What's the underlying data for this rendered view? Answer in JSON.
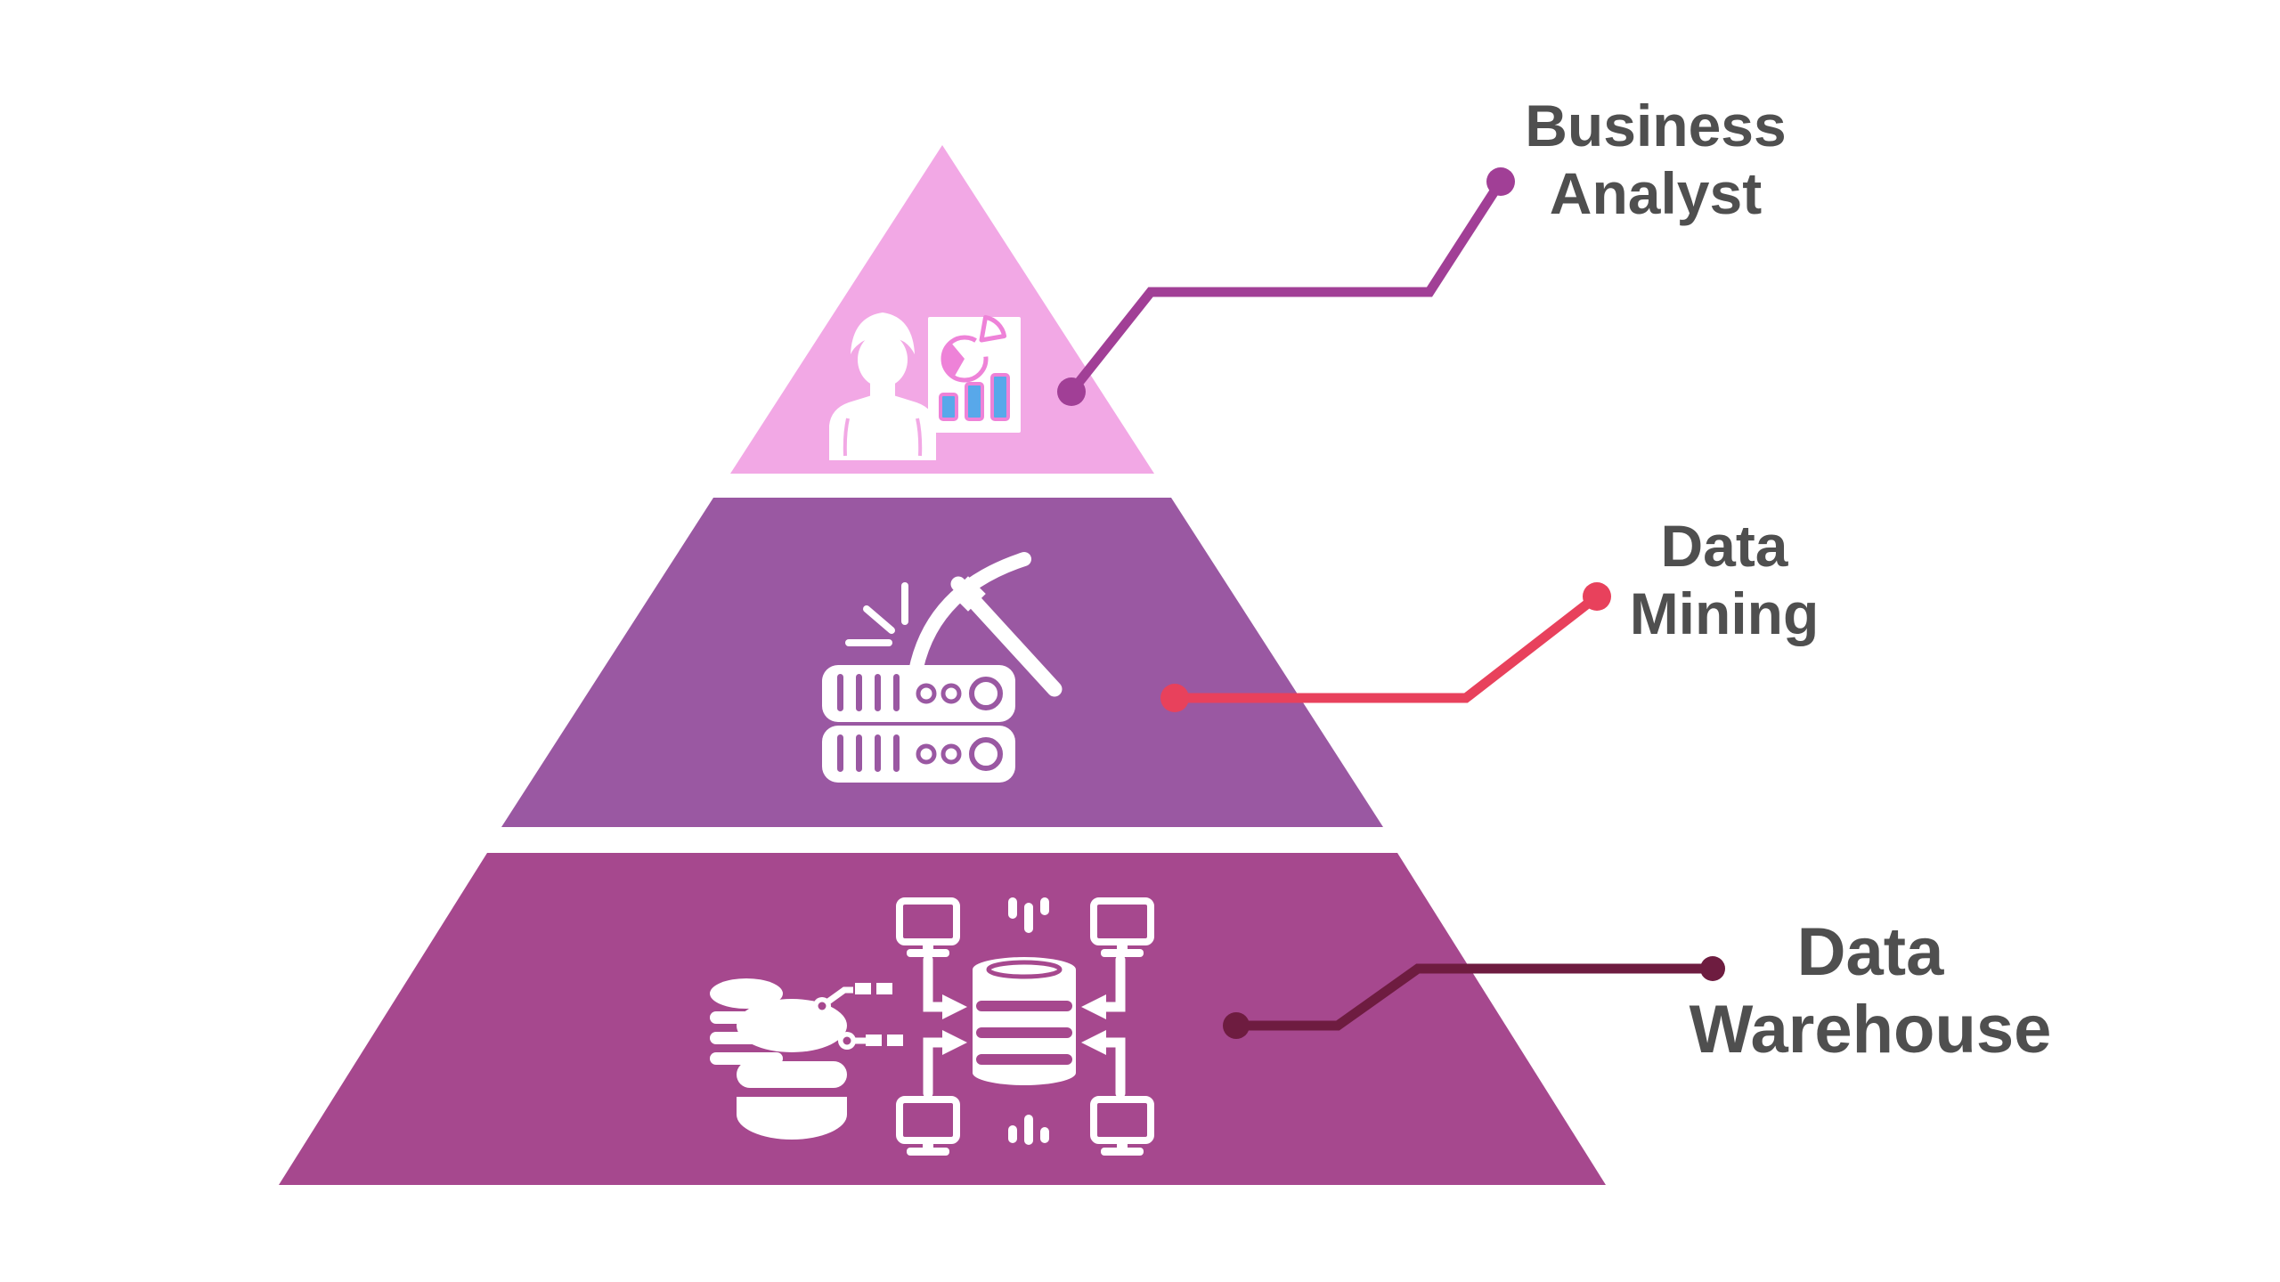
{
  "diagram": {
    "type": "pyramid-infographic",
    "levels": [
      {
        "id": "business-analyst",
        "label": "Business Analyst",
        "label_lines": [
          "Business",
          "Analyst"
        ],
        "tier_fill": "#F2A8E5",
        "connector_color": "#A13F96",
        "icon": "analyst-with-report-icon"
      },
      {
        "id": "data-mining",
        "label": "Data Mining",
        "label_lines": [
          "Data",
          "Mining"
        ],
        "tier_fill": "#9A58A2",
        "connector_color": "#E8415C",
        "icon": "pickaxe-on-server-icon"
      },
      {
        "id": "data-warehouse",
        "label": "Data Warehouse",
        "label_lines": [
          "Data",
          "Warehouse"
        ],
        "tier_fill": "#A6488E",
        "connector_color": "#6E1C40",
        "icon": "database-network-icon"
      }
    ],
    "theme": {
      "tier1": "#F2A8E5",
      "tier2": "#9A58A2",
      "tier3": "#A6488E",
      "line1": "#A13F96",
      "line2": "#E8415C",
      "line3": "#6E1C40",
      "text": "#4F4F4F",
      "bg": "#FFFFFF",
      "doc_pink": "#EE82D8",
      "bar_blue": "#58A8EA"
    }
  }
}
